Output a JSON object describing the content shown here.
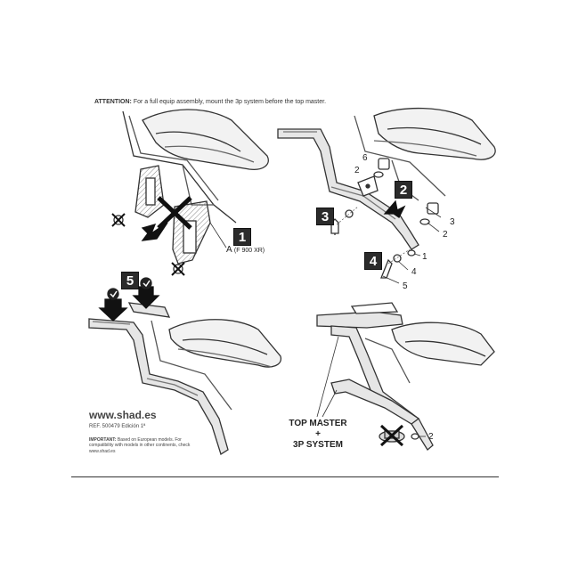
{
  "attention": {
    "label": "ATTENTION:",
    "text": "For a full equip assembly, mount the 3p system before the top master."
  },
  "steps": {
    "s1": "1",
    "s2": "2",
    "s3": "3",
    "s4": "4",
    "s5": "5"
  },
  "labels": {
    "a_label": "A",
    "a_model": "(F 900 XR)",
    "p1": "1",
    "p2a": "2",
    "p2b": "2",
    "p3": "3",
    "p4": "4",
    "p5": "5",
    "p6": "6",
    "p2c": "2"
  },
  "combo": {
    "line1": "TOP MASTER",
    "plus": "+",
    "line2": "3P SYSTEM"
  },
  "footer": {
    "website": "www.shad.es",
    "ref": "REF. 500479 Edición 1ª",
    "important_label": "IMPORTANT:",
    "important_text": "Based on European models. For compatibility with models in other continents, check www.shad.es"
  }
}
